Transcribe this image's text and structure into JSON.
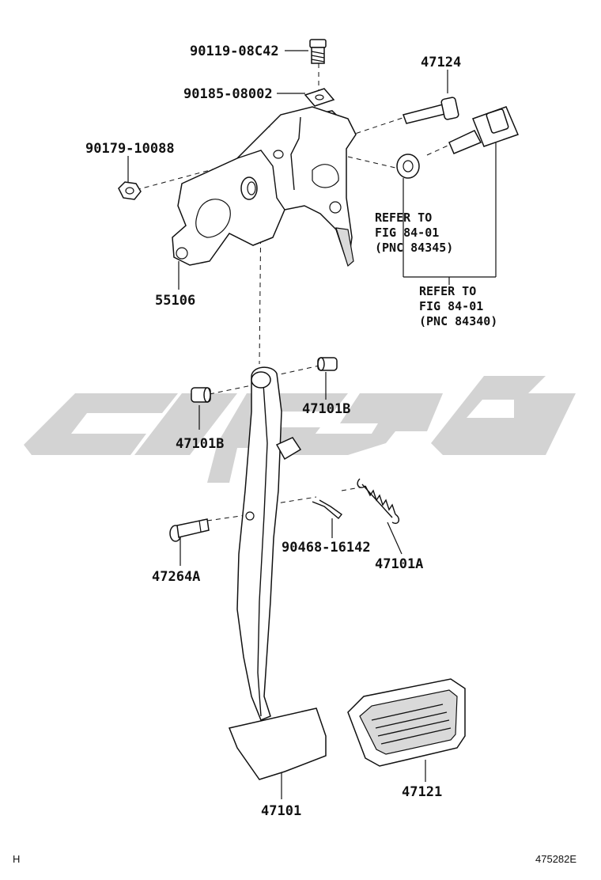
{
  "diagram": {
    "part_numbers": {
      "bolt": "90119-08C42",
      "nut_plate": "90185-08002",
      "nut": "90179-10088",
      "support": "55106",
      "stop_bolt": "47124",
      "bushing_right": "47101B",
      "bushing_left": "47101B",
      "clip": "90468-16142",
      "spring": "47101A",
      "pin": "47264A",
      "pedal": "47101",
      "pad": "47121"
    },
    "refer_a": {
      "line1": "REFER TO",
      "line2": "FIG 84-01",
      "line3": "(PNC 84345)"
    },
    "refer_b": {
      "line1": "REFER TO",
      "line2": "FIG 84-01",
      "line3": "(PNC 84340)"
    },
    "corner_left": "H",
    "corner_right": "475282E",
    "watermark_color": "#d3d3d3"
  }
}
